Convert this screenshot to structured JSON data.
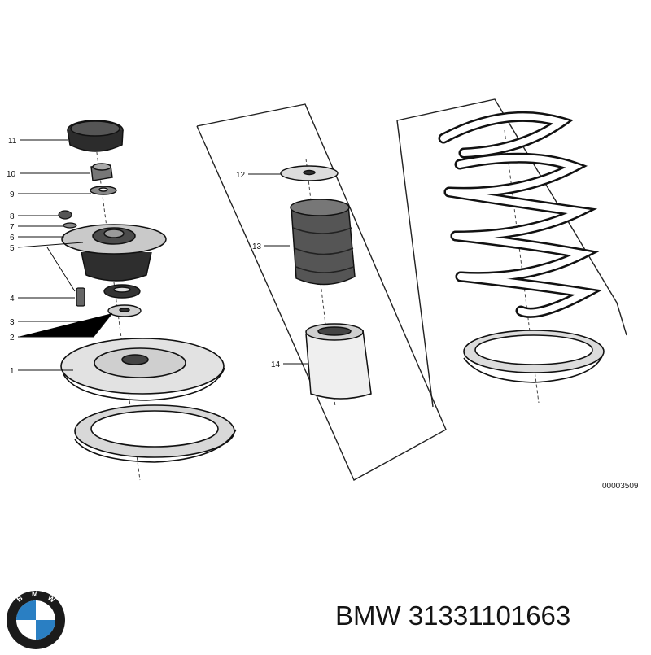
{
  "diagram": {
    "code": "00003509",
    "callouts": [
      "1",
      "2",
      "3",
      "4",
      "5",
      "6",
      "7",
      "8",
      "9",
      "10",
      "11",
      "12",
      "13",
      "14"
    ]
  },
  "caption": {
    "brand": "BMW",
    "part_number": "31331101663"
  },
  "logo": {
    "text": "BMW",
    "colors": {
      "ring": "#1b1b1b",
      "blue": "#2a7fc3",
      "white": "#ffffff"
    }
  }
}
